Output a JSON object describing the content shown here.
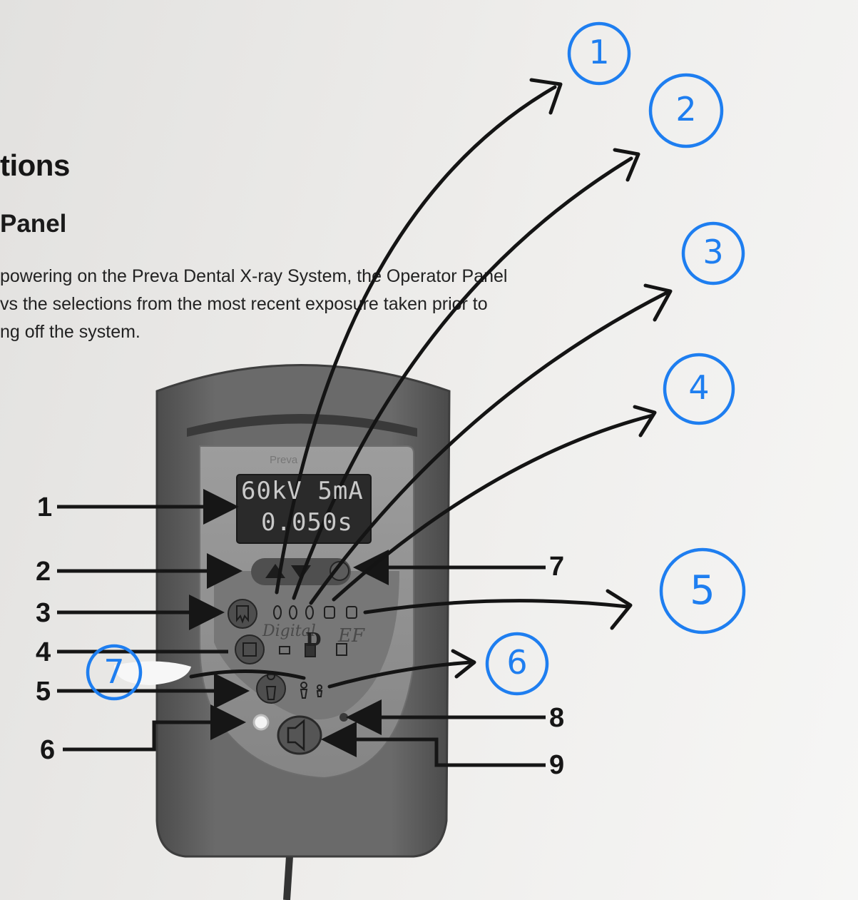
{
  "document": {
    "heading_section": "tions",
    "heading_subsection": "Panel",
    "intro_lines": [
      "powering on the Preva Dental X-ray System, the Operator Panel",
      "vs the selections from the most recent exposure taken prior to",
      "ng off the system."
    ]
  },
  "panel": {
    "brand": "Preva",
    "lcd_line1": "60kV  5mA",
    "lcd_line2": "0.050s",
    "pencil_digital": "Digital",
    "pencil_d": "D",
    "pencil_ef": "EF"
  },
  "printed_callouts": {
    "c1": "1",
    "c2": "2",
    "c3": "3",
    "c4": "4",
    "c5": "5",
    "c6": "6",
    "c7": "7",
    "c8": "8",
    "c9": "9"
  },
  "handwritten_labels": {
    "h1": "1",
    "h2": "2",
    "h3": "3",
    "h4": "4",
    "h5": "5",
    "h6": "6",
    "h7": "7"
  },
  "colors": {
    "ink": "#161616",
    "handwriting_blue": "#1e7ef0",
    "device_body": "#5f5f5f",
    "lcd": "#2a2a2a"
  }
}
